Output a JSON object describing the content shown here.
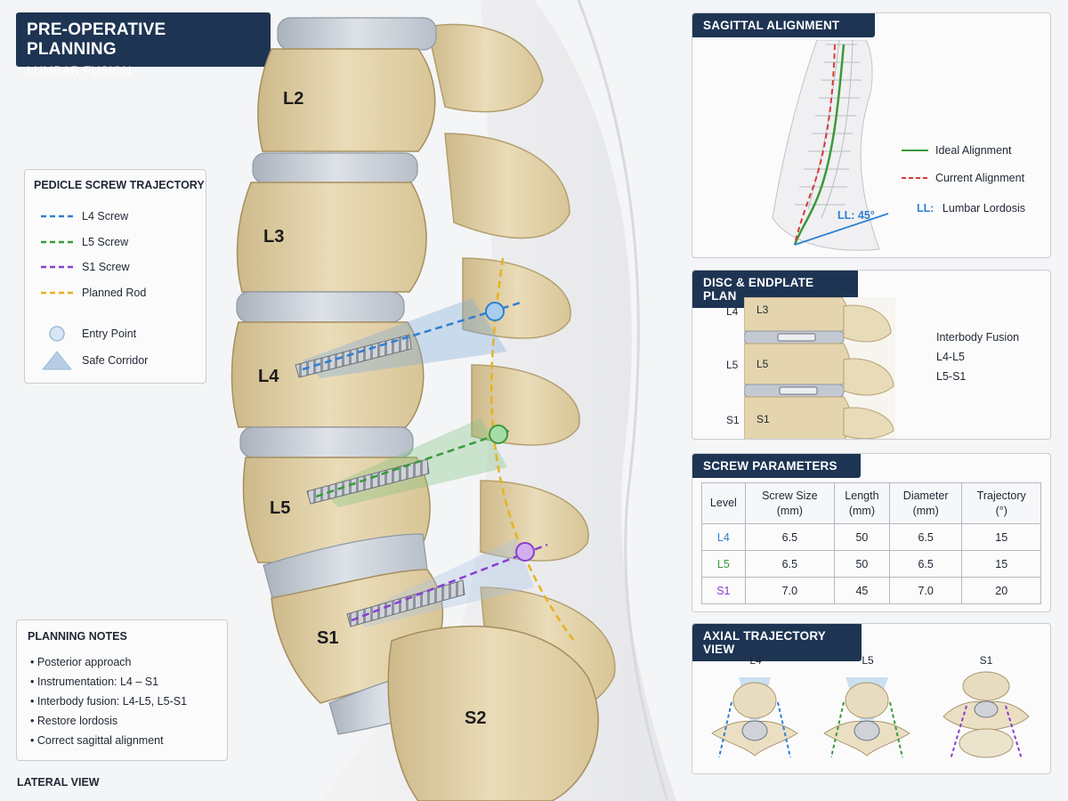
{
  "header": {
    "title": "PRE-OPERATIVE PLANNING",
    "subtitle": "LUMBAR FUSION"
  },
  "colors": {
    "navy": "#1e3453",
    "l4": "#2f7fd1",
    "l5": "#3a9a3a",
    "s1": "#8a3fcf",
    "rod": "#e6b21f",
    "bone": "#e7d8b3",
    "disc": "#c9ced6"
  },
  "spine_labels": {
    "l2": "L2",
    "l3": "L3",
    "l4": "L4",
    "l5": "L5",
    "s1": "S1",
    "s2": "S2"
  },
  "view_label": "LATERAL VIEW",
  "trajectory_legend": {
    "title": "PEDICLE SCREW TRAJECTORY",
    "items": [
      {
        "label": "L4 Screw",
        "color": "#2f7fd1",
        "icon": "dashed-line"
      },
      {
        "label": "L5 Screw",
        "color": "#3a9a3a",
        "icon": "dashed-line"
      },
      {
        "label": "S1 Screw",
        "color": "#8a3fcf",
        "icon": "dashed-line"
      },
      {
        "label": "Planned Rod",
        "color": "#e6b21f",
        "icon": "dashed-line"
      },
      {
        "label": "Entry Point",
        "icon": "circle-icon"
      },
      {
        "label": "Safe Corridor",
        "icon": "triangle-icon"
      }
    ]
  },
  "planning_notes": {
    "title": "PLANNING NOTES",
    "items": [
      "Posterior approach",
      "Instrumentation: L4 – S1",
      "Interbody fusion: L4-L5, L5-S1",
      "Restore lordosis",
      "Correct sagittal alignment"
    ]
  },
  "sagittal": {
    "title": "SAGITTAL ALIGNMENT",
    "angle_label": "LL: 45°",
    "legend": [
      {
        "label": "Ideal Alignment",
        "color": "#3a9a3a"
      },
      {
        "label": "Current Alignment",
        "color": "#d93a3a"
      }
    ],
    "abbr_key": "LL:",
    "abbr_value": "Lumbar Lordosis"
  },
  "disc": {
    "title": "DISC & ENDPLATE PLAN",
    "left_labels": [
      "L4",
      "L5",
      "S1"
    ],
    "inner_labels": [
      "L3",
      "L5",
      "S1"
    ],
    "notes": [
      "Interbody Fusion",
      "L4-L5",
      "L5-S1"
    ]
  },
  "screw_params": {
    "title": "SCREW PARAMETERS",
    "headers": [
      [
        "Level"
      ],
      [
        "Screw Size",
        "(mm)"
      ],
      [
        "Length",
        "(mm)"
      ],
      [
        "Diameter",
        "(mm)"
      ],
      [
        "Trajectory",
        "(°)"
      ]
    ],
    "rows": [
      {
        "level": "L4",
        "color": "#2f7fd1",
        "size": "6.5",
        "length": "50",
        "diameter": "6.5",
        "trajectory": "15"
      },
      {
        "level": "L5",
        "color": "#3a9a3a",
        "size": "6.5",
        "length": "50",
        "diameter": "6.5",
        "trajectory": "15"
      },
      {
        "level": "S1",
        "color": "#8a3fcf",
        "size": "7.0",
        "length": "45",
        "diameter": "7.0",
        "trajectory": "20"
      }
    ]
  },
  "axial": {
    "title": "AXIAL TRAJECTORY VIEW",
    "views": [
      {
        "label": "L4",
        "color": "#2f7fd1"
      },
      {
        "label": "L5",
        "color": "#3a9a3a"
      },
      {
        "label": "S1",
        "color": "#8a3fcf"
      }
    ]
  }
}
